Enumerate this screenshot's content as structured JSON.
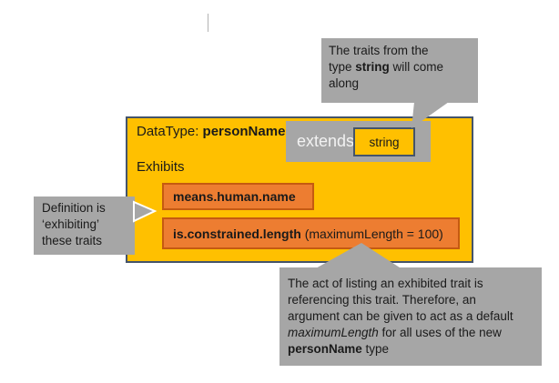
{
  "colors": {
    "main_fill": "#FFC000",
    "main_border": "#44546A",
    "trait_fill": "#ED7D31",
    "trait_border": "#C55A11",
    "callout_fill": "#A6A6A6",
    "extends_fill": "#A6A6A6",
    "extends_text": "#F2F2F2",
    "text": "#1A1A1A"
  },
  "diagram": {
    "datatype_box": {
      "title": [
        {
          "text": "DataType: "
        },
        {
          "text": "personName",
          "style": "b"
        }
      ],
      "exhibits_label": "Exhibits",
      "extends": {
        "label": "extends",
        "type_name": "string"
      },
      "traits": [
        {
          "segments": [
            {
              "text": "means.human.name",
              "style": "b"
            }
          ]
        },
        {
          "segments": [
            {
              "text": "is.constrained.length",
              "style": "b"
            },
            {
              "text": " (maximumLength = 100)"
            }
          ]
        }
      ]
    },
    "callouts": {
      "top": {
        "lines": [
          [
            {
              "text": "The traits from the"
            }
          ],
          [
            {
              "text": "type "
            },
            {
              "text": "string",
              "style": "b"
            },
            {
              "text": " will come"
            }
          ],
          [
            {
              "text": "along"
            }
          ]
        ]
      },
      "left": {
        "lines": [
          [
            {
              "text": "Definition is"
            }
          ],
          [
            {
              "text": "‘exhibiting’"
            }
          ],
          [
            {
              "text": "these traits"
            }
          ]
        ]
      },
      "bottom": {
        "lines": [
          [
            {
              "text": "The act of listing an exhibited trait is"
            }
          ],
          [
            {
              "text": "referencing this trait. Therefore, an"
            }
          ],
          [
            {
              "text": "argument can be given to act as a default"
            }
          ],
          [
            {
              "text": "maximumLength",
              "style": "i"
            },
            {
              "text": " for all uses of the new"
            }
          ],
          [
            {
              "text": "personName",
              "style": "b"
            },
            {
              "text": " type"
            }
          ]
        ]
      }
    }
  }
}
